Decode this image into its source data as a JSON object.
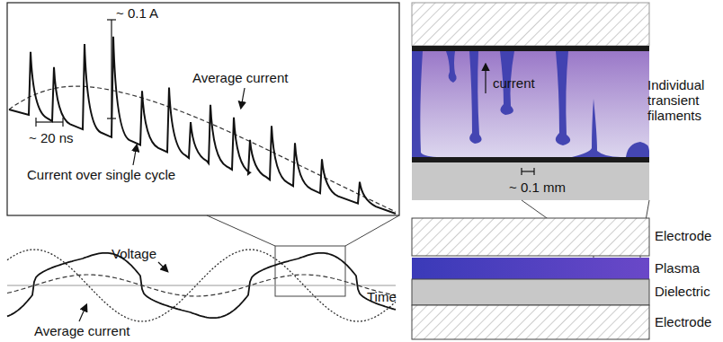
{
  "diagram": {
    "labels": [
      "~ 0.1 A",
      "Average current",
      "~ 20 ns",
      "Current over single cycle",
      "Voltage",
      "Time",
      "Average current",
      "current",
      "Individual transient filaments",
      "~ 0.1 mm",
      "Electrode",
      "Plasma",
      "Dielectric",
      "Electrode"
    ]
  }
}
